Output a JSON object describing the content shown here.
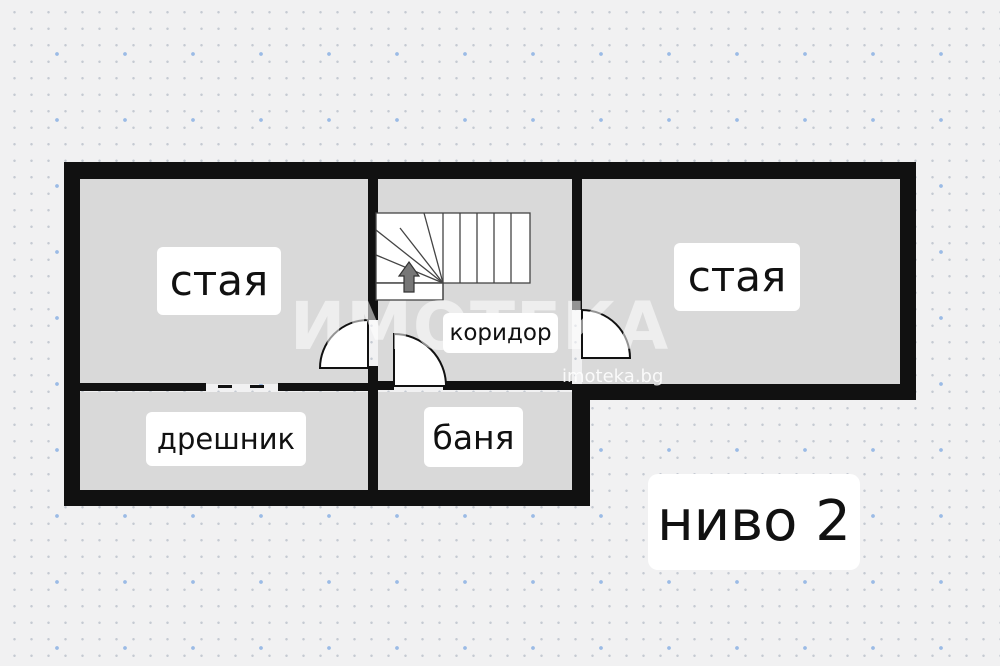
{
  "rooms": {
    "room_left": "стая",
    "room_right": "стая",
    "corridor": "коридор",
    "closet": "дрешник",
    "bathroom": "баня"
  },
  "level_label": "ниво 2",
  "watermark": {
    "brand": "ИМОТЕКА",
    "site": "imoteka.bg"
  },
  "colors": {
    "wall": "#111111",
    "floor": "#d9d9d9",
    "background": "#f1f1f2",
    "label_bg": "#ffffff",
    "stair_arrow": "#777777"
  }
}
